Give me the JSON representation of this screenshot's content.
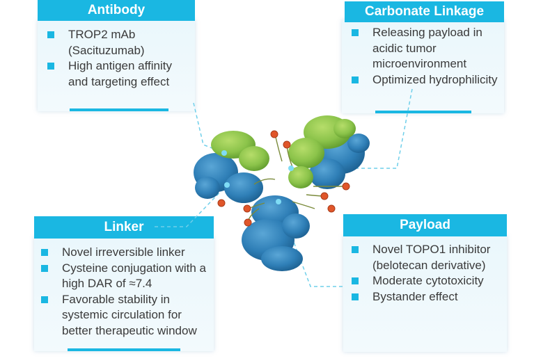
{
  "colors": {
    "accent": "#1ab7e2",
    "heavy_chain": "#2f7fb7",
    "light_chain": "#8bc34a",
    "payload": "#e0562a",
    "text": "#3a3a3a"
  },
  "cards": {
    "antibody": {
      "title": "Antibody",
      "bullets": [
        "TROP2 mAb (Sacituzumab)",
        "High antigen affinity and targeting effect"
      ]
    },
    "carbonate": {
      "title": "Carbonate Linkage",
      "bullets": [
        "Releasing payload in acidic tumor microenvironment",
        "Optimized hydrophilicity"
      ]
    },
    "linker": {
      "title": "Linker",
      "bullets": [
        "Novel irreversible linker",
        "Cysteine conjugation with a high DAR of ≈7.4",
        "Favorable stability in systemic circulation for better therapeutic window"
      ]
    },
    "payload": {
      "title": "Payload",
      "bullets": [
        "Novel TOPO1 inhibitor (belotecan derivative)",
        "Moderate cytotoxicity",
        "Bystander effect"
      ]
    }
  }
}
